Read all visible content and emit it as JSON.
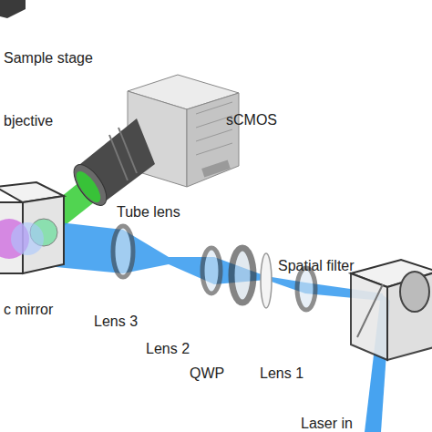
{
  "diagram": {
    "labels": [
      "Sample stage",
      "bjective",
      "sCMOS",
      "Tube lens",
      "c mirror",
      "Lens 3",
      "Lens 2",
      "QWP",
      "Spatial filter",
      "Lens 1",
      "Laser in"
    ]
  }
}
